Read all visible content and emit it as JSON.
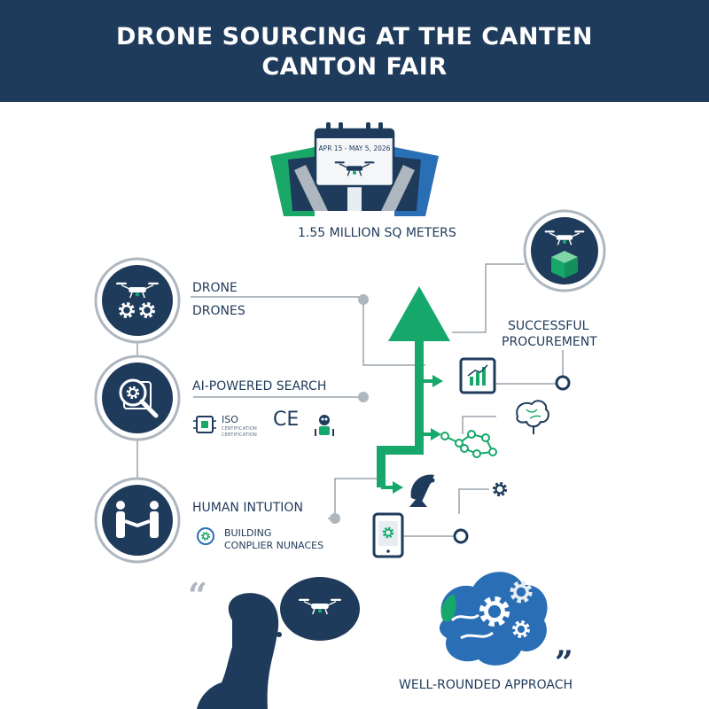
{
  "header": {
    "title_line1": "DRONE SOURCING AT THE CANTEN",
    "title_line2": "CANTON FAIR"
  },
  "venue": {
    "date_range": "APR 15 - MAY 5, 2026",
    "area": "1.55 MILLION SQ METERS"
  },
  "pillars": [
    {
      "label_line1": "DRONE",
      "label_line2": "DRONES",
      "icon": "drone-gears-icon"
    },
    {
      "label": "AI-POWERED SEARCH",
      "icon": "chip-magnifier-icon",
      "certs": {
        "iso": "ISO",
        "iso_sub1": "CERTIFICATION",
        "iso_sub2": "CERTIFICATION",
        "ce": "CE"
      }
    },
    {
      "label": "HUMAN INTUTION",
      "icon": "handshake-people-icon",
      "sub_line1": "BUILDING",
      "sub_line2": "CONPLIER NUNACES"
    }
  ],
  "outcome": {
    "label_line1": "SUCCESSFUL",
    "label_line2": "PROCUREMENT",
    "icon": "drone-package-icon"
  },
  "footer": {
    "approach": "WELL-ROUNDED APPROACH"
  },
  "colors": {
    "navy": "#1f3b5c",
    "green": "#16a86a",
    "blue": "#2a6fb5",
    "gray": "#9aa3ab",
    "light": "#e8edf2"
  }
}
